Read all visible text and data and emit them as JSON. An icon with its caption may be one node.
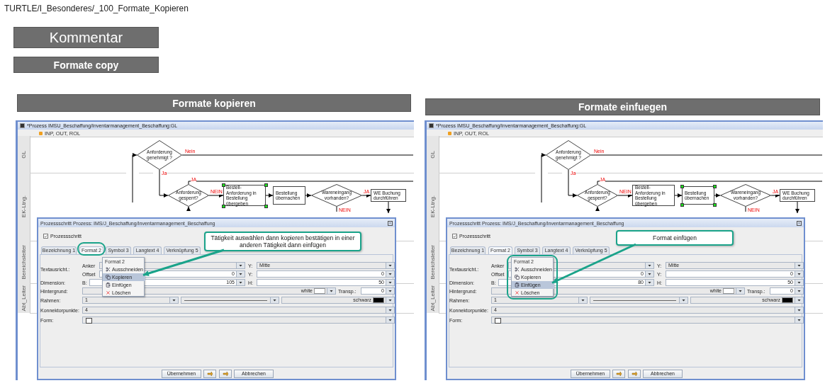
{
  "diagram": {
    "nodes": [
      {
        "text": [
          "Kommentar"
        ]
      },
      {
        "text": [
          "Formate copy"
        ]
      },
      {
        "text": [
          "Formate kopieren"
        ]
      },
      {
        "text": [
          "Formate einfuegen"
        ]
      },
      {
        "text": [
          "*Prozess IMSU_Beschaffung/Inventarmanagement_Beschaffung:GL",
          "INP, OUT, ROL"
        ]
      },
      {
        "text": [
          "Anforderung genehmigt ?"
        ],
        "in": 4
      },
      {
        "text": [
          "Anforderung gesperrt?"
        ],
        "in": 4
      },
      {
        "text": [
          "Bestell-Anforderung in Bestellung übergeben"
        ],
        "in": 4
      },
      {
        "text": [
          "Bestellung übernachen"
        ],
        "in": 4
      },
      {
        "text": [
          "Wareneingang vorhanden?"
        ],
        "in": 4
      },
      {
        "text": [
          "WE Buchung durchführen"
        ],
        "in": 4
      },
      {
        "text": [
          "Prozessschritt Prozess: IMS/J_Beschaffung/Inventarmanagement_Beschaffung",
          "Prozessschritt",
          "Bezeichnung 1",
          "Format 2",
          "Symbol 3",
          "Langtext 4",
          "Verknüpfung 5",
          "Textausricht.:",
          "Anker",
          "Y:",
          "Mitte",
          "Offset",
          "0",
          "Y:",
          "0",
          "Dimension:",
          "B:",
          "105",
          "H:",
          "50",
          "Hintergrund:",
          "white",
          "Transp.:",
          "0",
          "Rahmen:",
          "1",
          "schwarz",
          "Konnektorpunkte:",
          "4",
          "Form:",
          "Übernehmen",
          "Abbrechen"
        ],
        "in": 4
      },
      {
        "text": [
          "Format 2"
        ],
        "in": 11
      },
      {
        "text": [
          "Ausschneiden"
        ],
        "in": 12
      },
      {
        "text": [
          "Kopieren"
        ],
        "in": 12
      },
      {
        "text": [
          "Einfügen"
        ],
        "in": 12
      },
      {
        "text": [
          "Löschen"
        ],
        "in": 12
      },
      {
        "text": [
          "Tätigkeit auswählen dann kopieren bestätigen in einer anderen Tätigkeit dann einfügen"
        ],
        "in": 11
      },
      {
        "text": [
          "*Prozess IMSU_Beschaffung/Inventarmanagement_Beschaffung:GL",
          "INP, OUT, ROL"
        ]
      },
      {
        "text": [
          "Anforderung genehmigt ?"
        ],
        "in": 18
      },
      {
        "text": [
          "Anforderung gesperrt?"
        ],
        "in": 18
      },
      {
        "text": [
          "Bestell-Anforderung in Bestellung übergeben"
        ],
        "in": 18
      },
      {
        "text": [
          "Bestellung übernachen"
        ],
        "in": 18
      },
      {
        "text": [
          "Wareneingang vorhanden?"
        ],
        "in": 18
      },
      {
        "text": [
          "WE Buchung durchführen"
        ],
        "in": 18
      },
      {
        "text": [
          "Prozessschritt Prozess: IMS/J_Beschaffung/Inventarmanagement_Beschaffung",
          "Prozessschritt",
          "Bezeichnung 1",
          "Format 2",
          "Symbol 3",
          "Langtext 4",
          "Verknüpfung 5",
          "Textausricht.:",
          "Anker",
          "Y:",
          "Mitte",
          "Offset",
          "0",
          "Y:",
          "0",
          "Dimension:",
          "B:",
          "80",
          "H:",
          "50",
          "Hintergrund:",
          "white",
          "Transp.:",
          "0",
          "Rahmen:",
          "1",
          "schwarz",
          "Konnektorpunkte:",
          "4",
          "Form:",
          "Übernehmen",
          "Abbrechen"
        ],
        "in": 18
      },
      {
        "text": [
          "Format 2"
        ],
        "in": 25
      },
      {
        "text": [
          "Ausschneiden"
        ],
        "in": 26
      },
      {
        "text": [
          "Kopieren"
        ],
        "in": 26
      },
      {
        "text": [
          "Einfügen"
        ],
        "in": 26
      },
      {
        "text": [
          "Löschen"
        ],
        "in": 26
      },
      {
        "text": [
          "Format einfügen"
        ],
        "in": 25
      }
    ],
    "edges": [
      {
        "from": 5,
        "to": null,
        "arrow": "none",
        "label": "Nein",
        "color": "#000000"
      },
      {
        "from": 5,
        "to": 6,
        "arrow": "to",
        "label": "Ja"
      },
      {
        "from": 6,
        "to": null,
        "arrow": "none",
        "label": "JA"
      },
      {
        "from": 6,
        "to": 7,
        "arrow": "to",
        "label": "NEIN"
      },
      {
        "from": 7,
        "to": 8,
        "arrow": "to"
      },
      {
        "from": 8,
        "to": 9,
        "arrow": "to"
      },
      {
        "from": 9,
        "to": 10,
        "arrow": "to",
        "label": "JA"
      },
      {
        "from": 9,
        "to": null,
        "arrow": "none",
        "label": "NEIN"
      },
      {
        "from": 10,
        "to": null,
        "arrow": "to"
      },
      {
        "from": null,
        "to": 5,
        "arrow": "to"
      },
      {
        "from": null,
        "to": 6,
        "arrow": "to"
      },
      {
        "from": 17,
        "to": 14,
        "arrow": "to",
        "style": "thick",
        "color": "#1aa38a"
      },
      {
        "from": 19,
        "to": null,
        "arrow": "none",
        "label": "Nein"
      },
      {
        "from": 19,
        "to": 20,
        "arrow": "to",
        "label": "Ja"
      },
      {
        "from": 20,
        "to": null,
        "arrow": "none",
        "label": "JA"
      },
      {
        "from": 20,
        "to": 21,
        "arrow": "to",
        "label": "NEIN"
      },
      {
        "from": 21,
        "to": 22,
        "arrow": "to"
      },
      {
        "from": 22,
        "to": 23,
        "arrow": "to"
      },
      {
        "from": 23,
        "to": 24,
        "arrow": "to",
        "label": "JA"
      },
      {
        "from": 23,
        "to": null,
        "arrow": "none",
        "label": "NEIN"
      },
      {
        "from": 24,
        "to": null,
        "arrow": "to"
      },
      {
        "from": null,
        "to": 19,
        "arrow": "to"
      },
      {
        "from": null,
        "to": 20,
        "arrow": "to"
      },
      {
        "from": 31,
        "to": 29,
        "arrow": "to",
        "style": "thick",
        "color": "#1aa38a"
      }
    ],
    "labels": [
      "TURTLE/I_Besonderes/_100_Formate_Kopieren",
      "GL",
      "EK-Ltng.",
      "Bereichsleiter",
      "Abt_Leiter",
      "GL",
      "EK-Ltng.",
      "Bereichsleiter",
      "Abt_Leiter"
    ]
  }
}
